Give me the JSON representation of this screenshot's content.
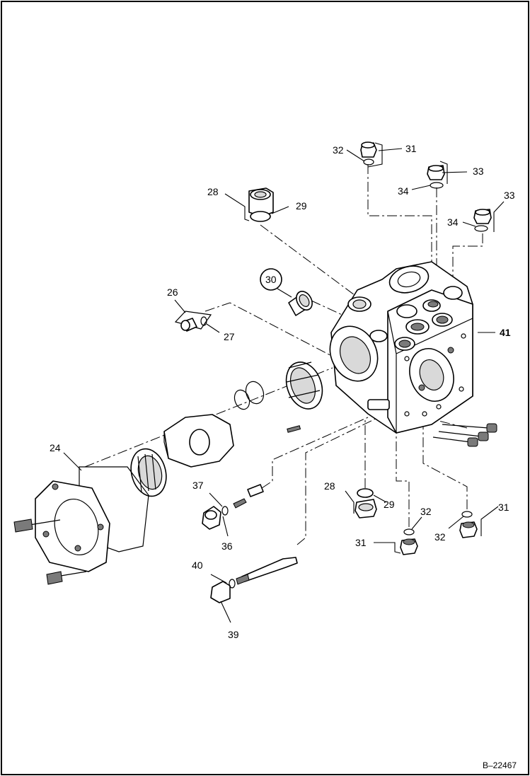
{
  "callouts": {
    "c24": "24",
    "c26": "26",
    "c27": "27",
    "c28a": "28",
    "c29a": "29",
    "c28b": "28",
    "c29b": "29",
    "c30": "30",
    "c31a": "31",
    "c32a": "32",
    "c33a": "33",
    "c34a": "34",
    "c33b": "33",
    "c34b": "34",
    "c41": "41",
    "c37": "37",
    "c36": "36",
    "c40": "40",
    "c39": "39",
    "c31b": "31",
    "c32b": "32",
    "c31c": "31",
    "c32c": "32"
  },
  "drawing_ref": "B–22467"
}
